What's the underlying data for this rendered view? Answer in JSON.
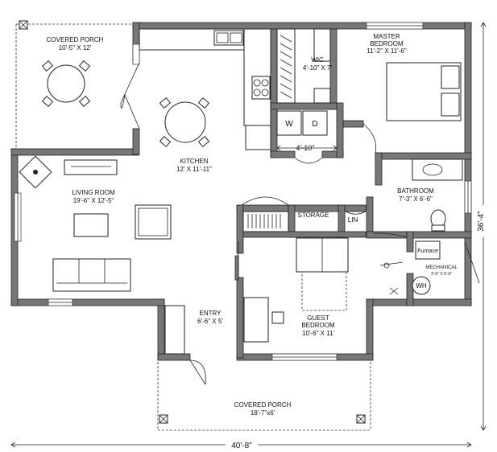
{
  "rooms": {
    "covered_porch_top": {
      "name": "COVERED PORCH",
      "size": "10'-5\" X 12'"
    },
    "master_bedroom": {
      "name_line1": "MASTER",
      "name_line2": "BEDROOM",
      "size": "11'-2\" X 11'-6\""
    },
    "wic": {
      "name": "WIC",
      "size": "4'-10\" X 7'"
    },
    "kitchen": {
      "name": "KITCHEN",
      "size": "12' X 11'-11\""
    },
    "living_room": {
      "name": "LIVING ROOM",
      "size": "19'-6\" X 12'-5\""
    },
    "bathroom": {
      "name": "BATHROOM",
      "size": "7'-3\" X 6'-6\""
    },
    "storage": {
      "name": "STORAGE"
    },
    "linen": {
      "name": "LIN"
    },
    "mechanical": {
      "name": "MECHANICAL",
      "size": "3'-6\" X 5'-6\""
    },
    "entry": {
      "name": "ENTRY",
      "size": "6'-6\" X 5'"
    },
    "guest_bedroom": {
      "name_line1": "GUEST",
      "name_line2": "BEDROOM",
      "size": "10'-6\" X 11'"
    },
    "covered_porch_bottom": {
      "name": "COVERED PORCH",
      "size": "18'-7\"x6'"
    }
  },
  "appliances": {
    "washer": "W",
    "dryer": "D",
    "furnace": "Furnace",
    "water_heater": "WH"
  },
  "dimensions": {
    "laundry_width": "4'-10\"",
    "overall_width": "40'-8\"",
    "overall_depth": "36'-4\""
  },
  "colors": {
    "wall_fill": "#777777",
    "line": "#222222",
    "background": "#ffffff"
  }
}
